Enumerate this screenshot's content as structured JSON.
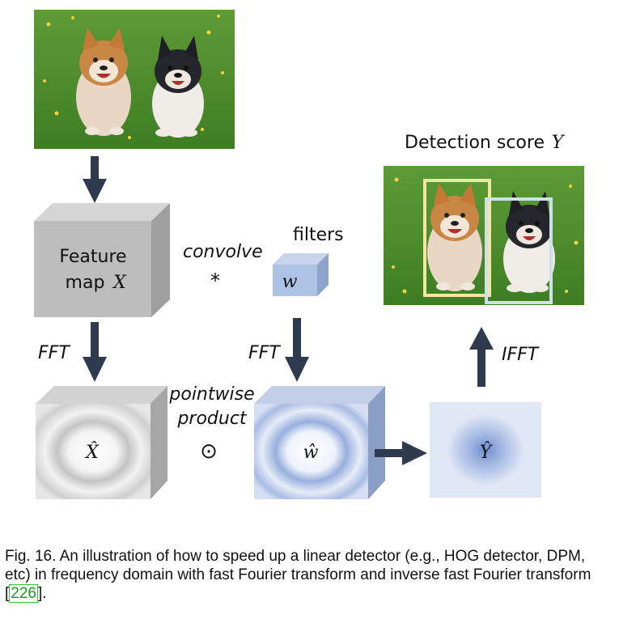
{
  "labels": {
    "detection_score": "Detection score",
    "detection_score_var": "Y",
    "feature_map_line1": "Feature",
    "feature_map_line2": "map",
    "feature_map_var": "X",
    "convolve": "convolve",
    "convolve_op": "*",
    "filters": "filters",
    "filter_var": "w",
    "fft_left": "FFT",
    "fft_mid": "FFT",
    "ifft": "IFFT",
    "pointwise_line1": "pointwise",
    "pointwise_line2": "product",
    "pointwise_op": "⊙",
    "x_hat": "X̂",
    "w_hat": "ŵ",
    "y_hat": "Ŷ"
  },
  "caption": {
    "text": "Fig. 16. An illustration of how to speed up a linear detector (e.g., HOG detector, DPM, etc) in frequency domain with fast Fourier transform and inverse fast Fourier transform [",
    "ref": "226",
    "end": "]."
  },
  "colors": {
    "arrow": "#2e3a4e",
    "feature_box_front": "#bdbdbd",
    "filter_box_front": "#aec2e6",
    "box1_frame": "#cfcfcf",
    "box2_frame": "#a9b8d8",
    "box3_fill": "#e0e7f6",
    "grass": "#4f8f2e",
    "bbox_yellow": "#f3e6a0",
    "bbox_blue": "#cde0ec"
  },
  "icons": [
    "dogs-photo",
    "dogs-photo-with-boxes",
    "down-arrow",
    "up-arrow",
    "right-arrow",
    "feature-cube",
    "filter-cube"
  ]
}
